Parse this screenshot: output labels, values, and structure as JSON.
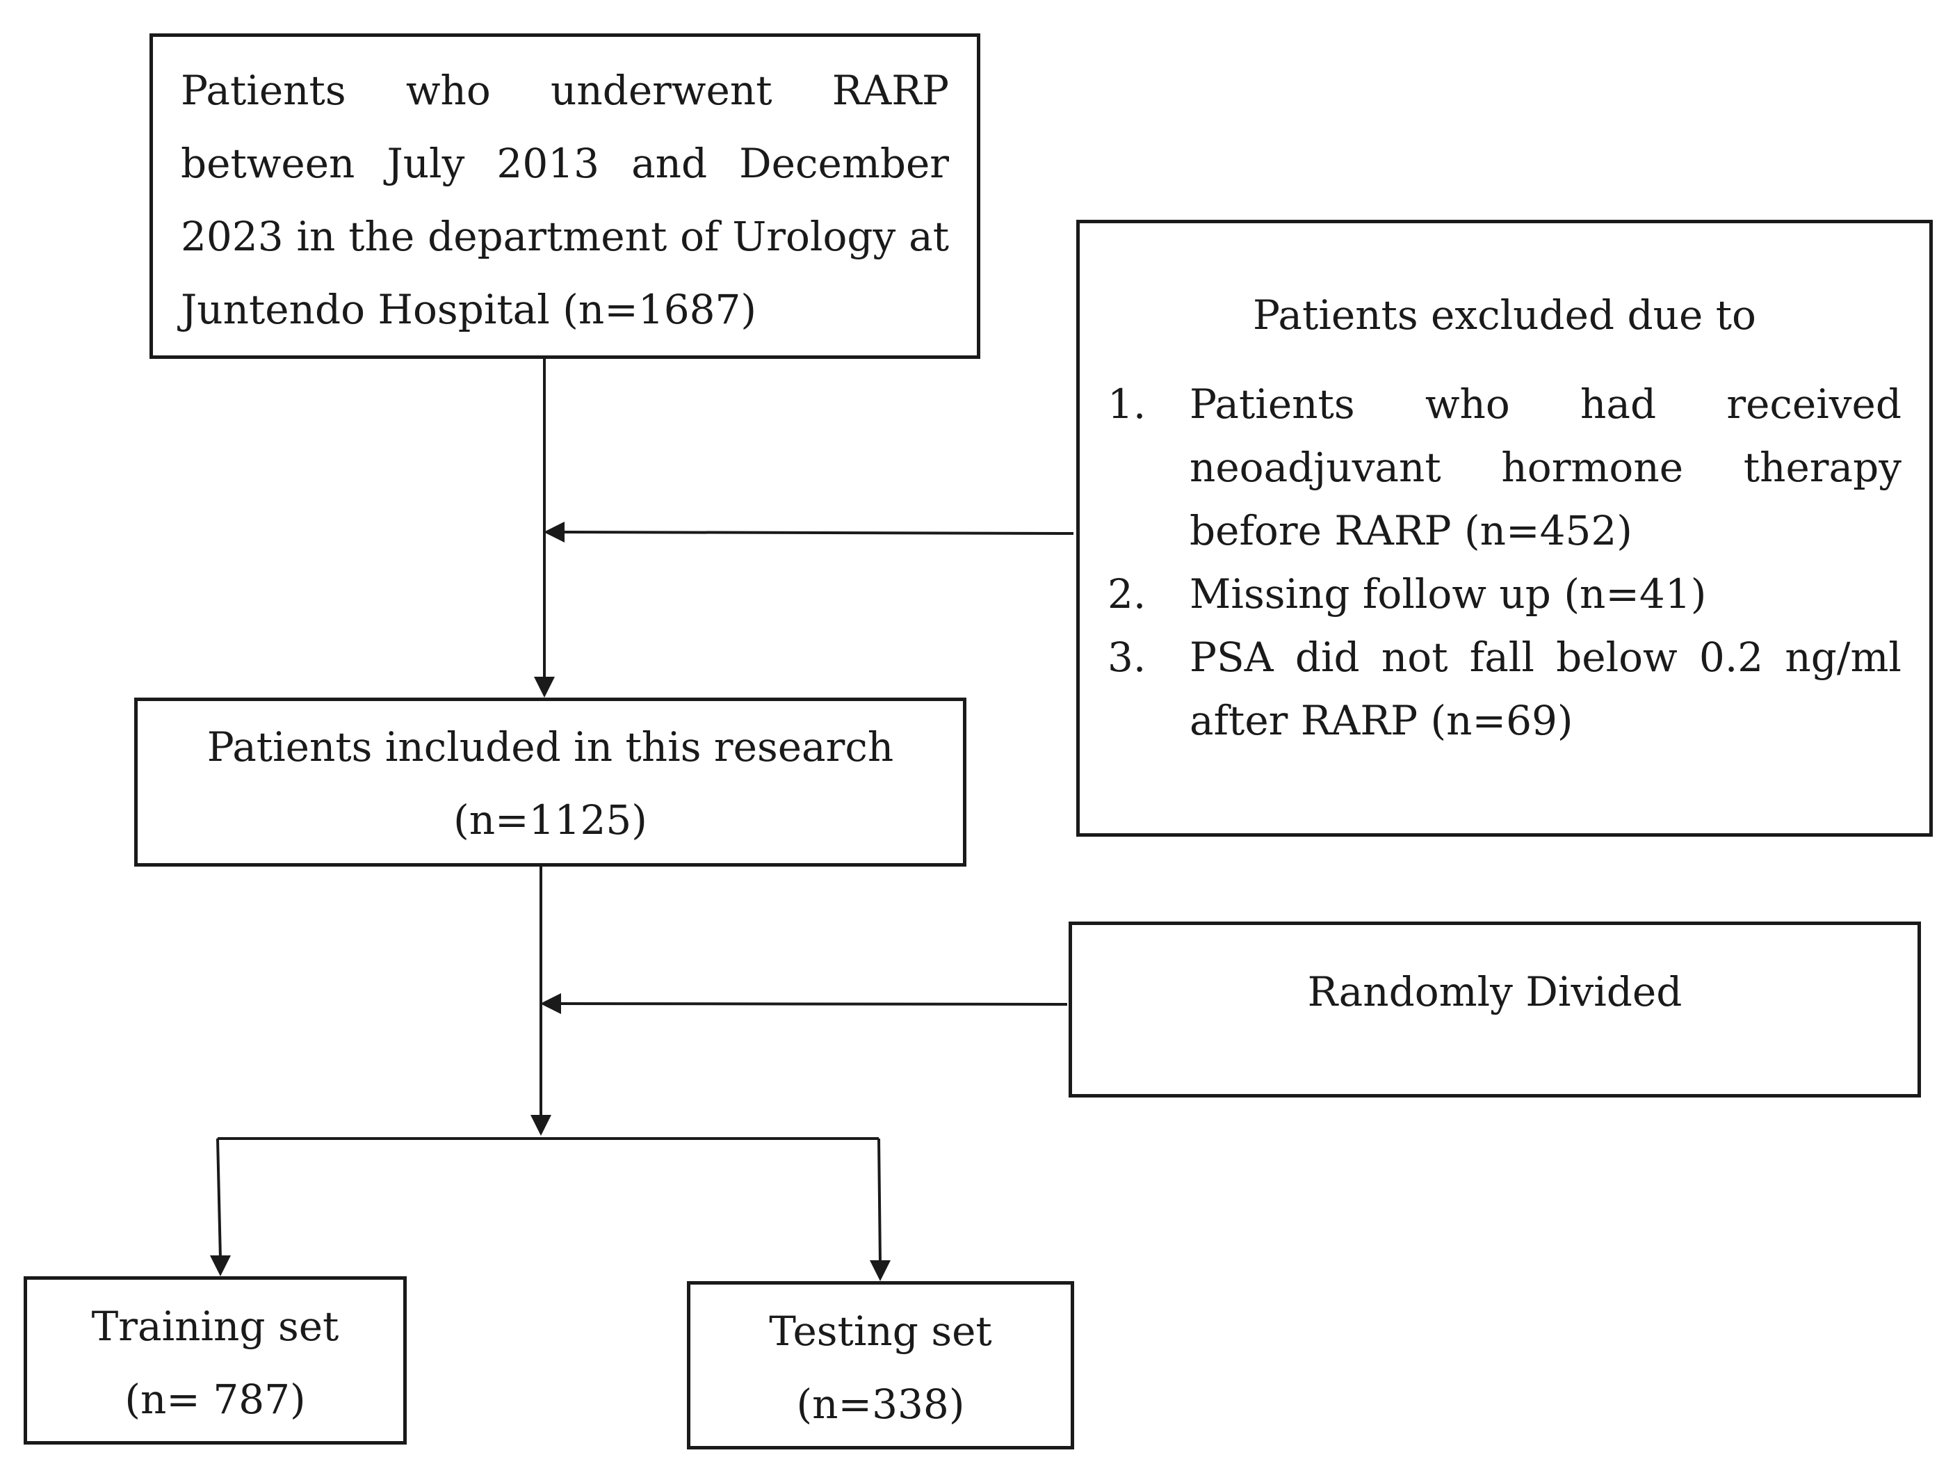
{
  "diagram": {
    "source_box": {
      "text": "Patients who underwent RARP between July 2013 and December 2023 in the department of Urology at Juntendo Hospital (n=1687)"
    },
    "excluded_box": {
      "heading": "Patients excluded due to",
      "items": [
        {
          "number": "1.",
          "text": "Patients who had received neoadjuvant hormone therapy before RARP (n=452)"
        },
        {
          "number": "2.",
          "text": "Missing follow up (n=41)"
        },
        {
          "number": "3.",
          "text": "PSA did not fall below 0.2 ng/ml after RARP (n=69)"
        }
      ]
    },
    "included_box": {
      "line1": "Patients included in this research",
      "line2": "(n=1125)"
    },
    "random_box": {
      "text": "Randomly Divided"
    },
    "training_box": {
      "line1": "Training set",
      "line2": "(n= 787)"
    },
    "testing_box": {
      "line1": "Testing set",
      "line2": "(n=338)"
    }
  }
}
